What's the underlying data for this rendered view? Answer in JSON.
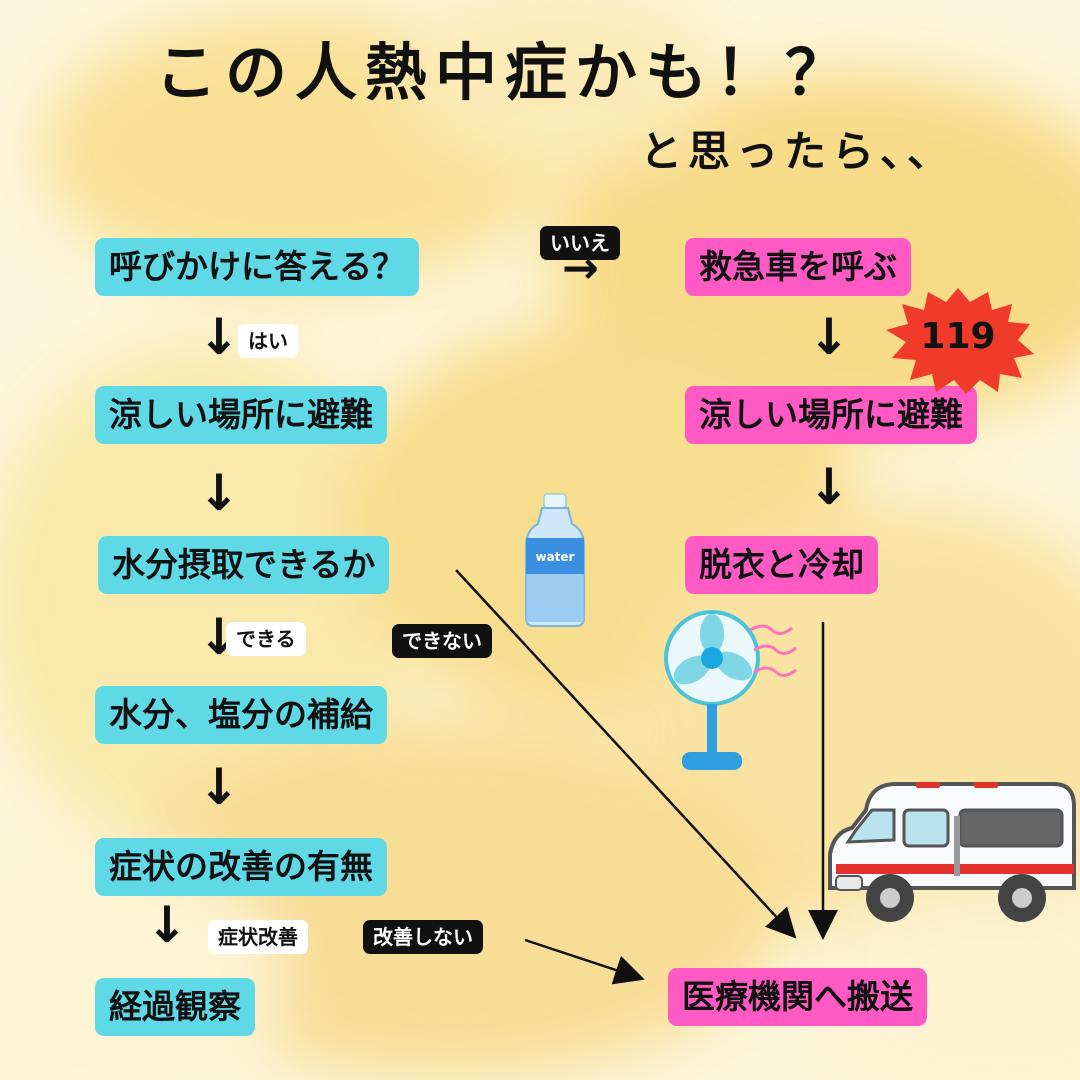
{
  "title": "この人熱中症かも！？",
  "subtitle": "と思ったら、、",
  "colors": {
    "question_box": "#5fd9e6",
    "emergency_box": "#ff59c4",
    "background": "#fbe7a6",
    "burst": "#f03a2a"
  },
  "left_flow": {
    "q_respond": "呼びかけに答える？",
    "move_cool_1": "涼しい場所に避難",
    "q_drink": "水分摂取できるか",
    "replenish": "水分、塩分の補給",
    "check_improve": "症状の改善の有無",
    "observe": "経過観察"
  },
  "right_flow": {
    "call_ambulance": "救急車を呼ぶ",
    "move_cool_2": "涼しい場所に避難",
    "undress_cool": "脱衣と冷却",
    "transport": "医療機関へ搬送"
  },
  "labels": {
    "no": "いいえ",
    "yes": "はい",
    "can": "できる",
    "cannot": "できない",
    "improved": "症状改善",
    "not_improved": "改善しない"
  },
  "arrows": {
    "down": "↓",
    "right": "→"
  },
  "emergency_number": "119",
  "bottle_label": "water",
  "icons": [
    "water-bottle-icon",
    "electric-fan-icon",
    "ambulance-icon",
    "burst-badge-icon"
  ]
}
